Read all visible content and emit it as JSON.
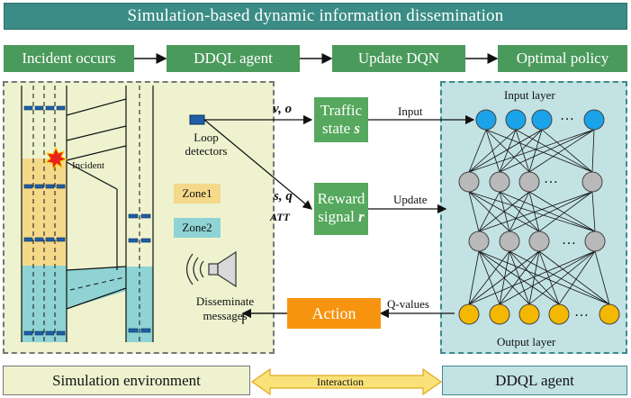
{
  "title": "Simulation-based dynamic information dissemination",
  "flow": [
    "Incident occurs",
    "DDQL agent",
    "Update DQN",
    "Optimal policy"
  ],
  "sim": {
    "incident": "Incident",
    "loop_detectors": "Loop detectors",
    "zone1": "Zone1",
    "zone2": "Zone2",
    "disseminate": "Disseminate messages"
  },
  "inputs": {
    "state_vars": "v, o",
    "reward_vars": "s, q",
    "reward_extra": "ATT"
  },
  "boxes": {
    "state_line1": "Traffic",
    "state_line2": "state",
    "state_sym": "s",
    "reward_line1": "Reward",
    "reward_line2": "signal",
    "reward_sym": "r",
    "action": "Action"
  },
  "arrows": {
    "input": "Input",
    "update": "Update",
    "qvalues": "Q-values"
  },
  "nn": {
    "input_layer": "Input layer",
    "output_layer": "Output layer",
    "ellipsis": "…"
  },
  "bottom": {
    "left": "Simulation environment",
    "interaction": "Interaction",
    "right": "DDQL agent"
  },
  "colors": {
    "title": "#3b8c86",
    "flow": "#4a9a5c",
    "zone1": "#f5d98b",
    "zone2": "#8fd3d4",
    "input_node": "#1aa3e8",
    "hidden_node": "#b9b9b9",
    "output_node": "#f5b800",
    "action": "#f7940f"
  }
}
